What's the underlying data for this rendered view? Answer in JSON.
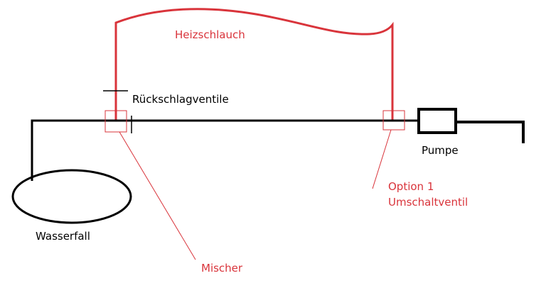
{
  "labels": {
    "heizschlauch": "Heizschlauch",
    "rueckschlagventile": "Rückschlagventile",
    "pumpe": "Pumpe",
    "option_line1": "Option 1",
    "option_line2": "Umschaltventil",
    "wasserfall": "Wasserfall",
    "mischer": "Mischer"
  },
  "colors": {
    "pipe": "#000000",
    "hose": "#d9343b",
    "annotation": "#d9343b",
    "text": "#000000"
  }
}
